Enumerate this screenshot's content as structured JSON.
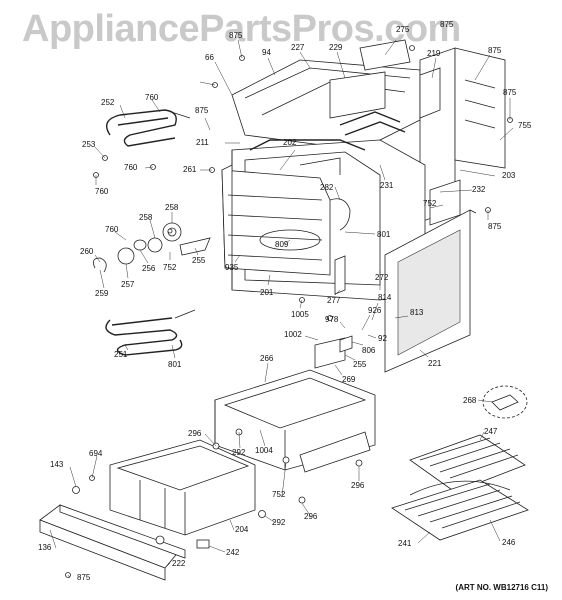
{
  "watermark": "AppliancePartsPros.com",
  "art_number": "(ART NO. WB12716 C11)",
  "callouts": [
    {
      "id": "c1",
      "text": "875"
    },
    {
      "id": "c2",
      "text": "66"
    },
    {
      "id": "c3",
      "text": "94"
    },
    {
      "id": "c4",
      "text": "227"
    },
    {
      "id": "c5",
      "text": "229"
    },
    {
      "id": "c6",
      "text": "275"
    },
    {
      "id": "c7",
      "text": "875"
    },
    {
      "id": "c8",
      "text": "219"
    },
    {
      "id": "c9",
      "text": "875"
    },
    {
      "id": "c10",
      "text": "875"
    },
    {
      "id": "c11",
      "text": "755"
    },
    {
      "id": "c12",
      "text": "252"
    },
    {
      "id": "c13",
      "text": "760"
    },
    {
      "id": "c14",
      "text": "875"
    },
    {
      "id": "c15",
      "text": "211"
    },
    {
      "id": "c16",
      "text": "253"
    },
    {
      "id": "c17",
      "text": "760"
    },
    {
      "id": "c18",
      "text": "760"
    },
    {
      "id": "c19",
      "text": "261"
    },
    {
      "id": "c20",
      "text": "202"
    },
    {
      "id": "c21",
      "text": "231"
    },
    {
      "id": "c22",
      "text": "203"
    },
    {
      "id": "c23",
      "text": "232"
    },
    {
      "id": "c24",
      "text": "282"
    },
    {
      "id": "c25",
      "text": "752"
    },
    {
      "id": "c26",
      "text": "875"
    },
    {
      "id": "c27",
      "text": "760"
    },
    {
      "id": "c28",
      "text": "258"
    },
    {
      "id": "c29",
      "text": "258"
    },
    {
      "id": "c30",
      "text": "809"
    },
    {
      "id": "c31",
      "text": "801"
    },
    {
      "id": "c32",
      "text": "260"
    },
    {
      "id": "c33",
      "text": "256"
    },
    {
      "id": "c34",
      "text": "752"
    },
    {
      "id": "c35",
      "text": "255"
    },
    {
      "id": "c36",
      "text": "935"
    },
    {
      "id": "c37",
      "text": "272"
    },
    {
      "id": "c38",
      "text": "259"
    },
    {
      "id": "c39",
      "text": "257"
    },
    {
      "id": "c40",
      "text": "201"
    },
    {
      "id": "c41",
      "text": "277"
    },
    {
      "id": "c42",
      "text": "814"
    },
    {
      "id": "c43",
      "text": "1005"
    },
    {
      "id": "c44",
      "text": "926"
    },
    {
      "id": "c45",
      "text": "813"
    },
    {
      "id": "c46",
      "text": "978"
    },
    {
      "id": "c47",
      "text": "92"
    },
    {
      "id": "c48",
      "text": "1002"
    },
    {
      "id": "c49",
      "text": "806"
    },
    {
      "id": "c50",
      "text": "251"
    },
    {
      "id": "c51",
      "text": "801"
    },
    {
      "id": "c52",
      "text": "255"
    },
    {
      "id": "c53",
      "text": "221"
    },
    {
      "id": "c54",
      "text": "266"
    },
    {
      "id": "c55",
      "text": "269"
    },
    {
      "id": "c56",
      "text": "268"
    },
    {
      "id": "c57",
      "text": "296"
    },
    {
      "id": "c58",
      "text": "292"
    },
    {
      "id": "c59",
      "text": "1004"
    },
    {
      "id": "c60",
      "text": "247"
    },
    {
      "id": "c61",
      "text": "694"
    },
    {
      "id": "c62",
      "text": "143"
    },
    {
      "id": "c63",
      "text": "296"
    },
    {
      "id": "c64",
      "text": "752"
    },
    {
      "id": "c65",
      "text": "292"
    },
    {
      "id": "c66",
      "text": "296"
    },
    {
      "id": "c67",
      "text": "204"
    },
    {
      "id": "c68",
      "text": "136"
    },
    {
      "id": "c69",
      "text": "242"
    },
    {
      "id": "c70",
      "text": "222"
    },
    {
      "id": "c71",
      "text": "241"
    },
    {
      "id": "c72",
      "text": "246"
    },
    {
      "id": "c73",
      "text": "875"
    }
  ]
}
